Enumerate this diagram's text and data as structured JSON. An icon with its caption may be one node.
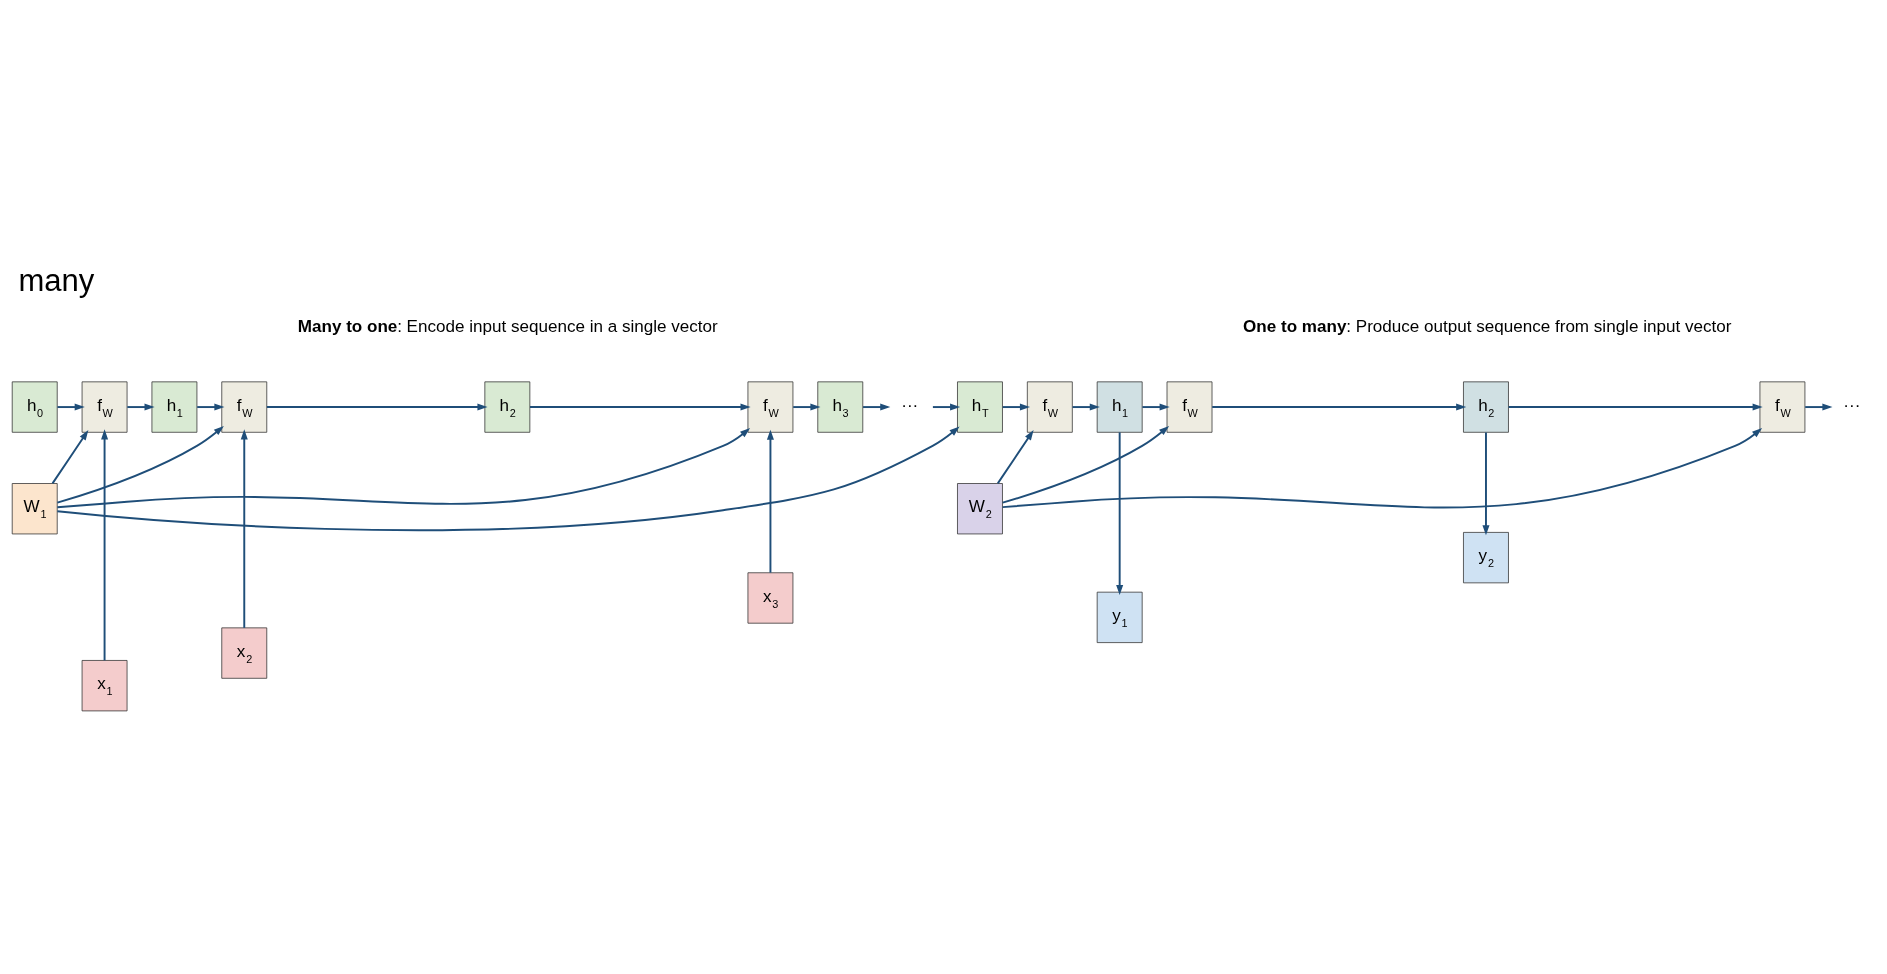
{
  "diagram": {
    "title": "many",
    "nodes": [
      {
        "text": [
          "h$_{0}$"
        ]
      },
      {
        "text": [
          "f$_{W}$"
        ]
      },
      {
        "text": [
          "h$_{1}$"
        ]
      },
      {
        "text": [
          "f$_{W}$"
        ]
      },
      {
        "text": [
          "h$_{2}$"
        ]
      },
      {
        "text": [
          "f$_{W}$"
        ]
      },
      {
        "text": [
          "h$_{3}$"
        ]
      },
      {
        "text": [
          "···"
        ]
      },
      {
        "text": [
          "h$_{T}$"
        ]
      },
      {
        "text": [
          "x$_{1}$"
        ]
      },
      {
        "text": [
          "x$_{2}$"
        ]
      },
      {
        "text": [
          "x$_{3}$"
        ]
      },
      {
        "text": [
          "W$_{1}$"
        ]
      },
      {
        "text": [
          "f$_{W}$"
        ]
      },
      {
        "text": [
          "h$_{1}$"
        ]
      },
      {
        "text": [
          "f$_{W}$"
        ]
      },
      {
        "text": [
          "h$_{2}$"
        ]
      },
      {
        "text": [
          "f$_{W}$"
        ]
      },
      {
        "text": [
          "···"
        ]
      },
      {
        "text": [
          "y$_{1}$"
        ]
      },
      {
        "text": [
          "y$_{2}$"
        ]
      },
      {
        "text": [
          "W$_{2}$"
        ]
      }
    ],
    "edges": [
      {
        "from": 0,
        "to": 1,
        "arrow": "to"
      },
      {
        "from": 1,
        "to": 2,
        "arrow": "to"
      },
      {
        "from": 2,
        "to": 3,
        "arrow": "to"
      },
      {
        "from": 3,
        "to": 4,
        "arrow": "to"
      },
      {
        "from": 4,
        "to": 5,
        "arrow": "to"
      },
      {
        "from": 5,
        "to": 6,
        "arrow": "to"
      },
      {
        "from": 6,
        "to": 7,
        "arrow": "to"
      },
      {
        "from": 7,
        "to": 8,
        "arrow": "to"
      },
      {
        "from": 9,
        "to": 1,
        "arrow": "to"
      },
      {
        "from": 10,
        "to": 3,
        "arrow": "to"
      },
      {
        "from": 11,
        "to": 5,
        "arrow": "to"
      },
      {
        "from": 12,
        "to": 1,
        "arrow": "to"
      },
      {
        "from": 12,
        "to": 3,
        "arrow": "to"
      },
      {
        "from": 12,
        "to": 5,
        "arrow": "to"
      },
      {
        "from": 12,
        "to": 8,
        "arrow": "to"
      },
      {
        "from": 8,
        "to": 13,
        "arrow": "to"
      },
      {
        "from": 13,
        "to": 14,
        "arrow": "to"
      },
      {
        "from": 14,
        "to": 15,
        "arrow": "to"
      },
      {
        "from": 15,
        "to": 16,
        "arrow": "to"
      },
      {
        "from": 16,
        "to": 17,
        "arrow": "to"
      },
      {
        "from": 17,
        "to": 18,
        "arrow": "to"
      },
      {
        "from": 14,
        "to": 19,
        "arrow": "to"
      },
      {
        "from": 16,
        "to": 20,
        "arrow": "to"
      },
      {
        "from": 21,
        "to": 13,
        "arrow": "to"
      },
      {
        "from": 21,
        "to": 15,
        "arrow": "to"
      },
      {
        "from": 21,
        "to": 17,
        "arrow": "to"
      }
    ],
    "labels": [
      "**One to many**: Produce output sequence from single input vector",
      "**Many to one**: Encode input sequence in a single vector"
    ]
  }
}
